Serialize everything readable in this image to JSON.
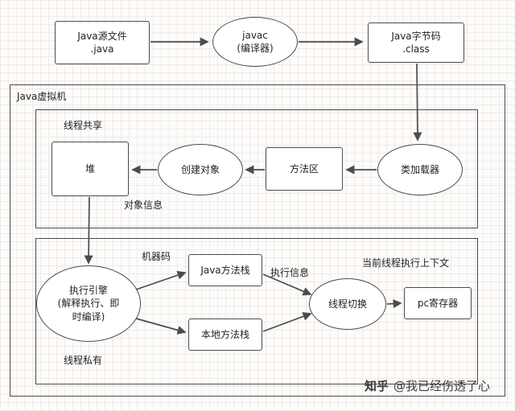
{
  "diagram_title": "JVM architecture diagram",
  "nodes": {
    "java_source": "Java源文件\n.java",
    "javac": "javac\n(编译器)",
    "java_bytecode": "Java字节码\n.class",
    "jvm_label": "Java虚拟机",
    "thread_shared_label": "线程共享",
    "heap": "堆",
    "create_object": "创建对象",
    "method_area": "方法区",
    "class_loader": "类加载器",
    "object_info_label": "对象信息",
    "thread_private_label": "线程私有",
    "execution_engine": "执行引擎\n(解释执行、即\n时编译)",
    "machine_code_label": "机器码",
    "java_method_stack": "Java方法栈",
    "native_method_stack": "本地方法栈",
    "execution_info_label": "执行信息",
    "thread_switch": "线程切换",
    "current_thread_context_label": "当前线程执行上下文",
    "pc_register": "pc寄存器"
  },
  "watermark": {
    "logo": "知乎",
    "handle": "@我已经伤透了心"
  },
  "colors": {
    "stroke": "#4c4c4c",
    "grid": "#efeae7",
    "text": "#232323"
  }
}
